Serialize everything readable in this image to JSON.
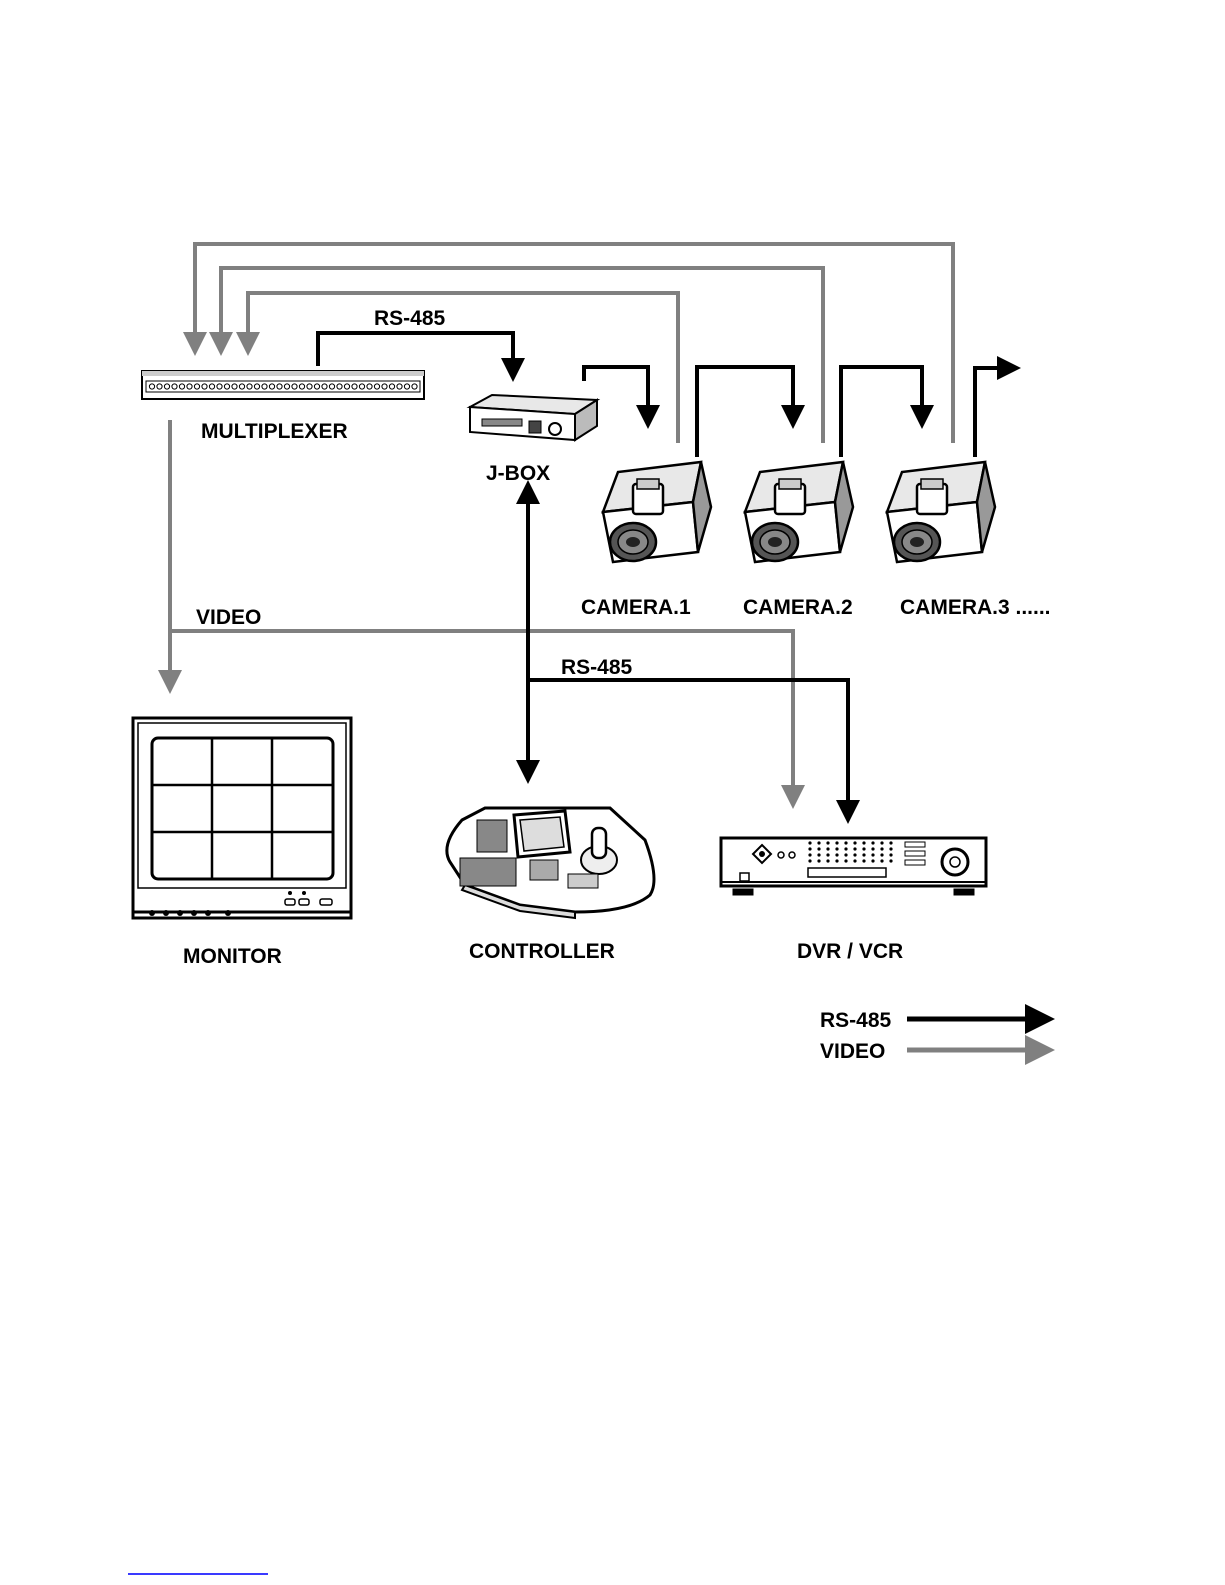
{
  "labels": {
    "multiplexer": "MULTIPLEXER",
    "jbox": "J-BOX",
    "camera1": "CAMERA.1",
    "camera2": "CAMERA.2",
    "camera3": "CAMERA.3 ......",
    "monitor": "MONITOR",
    "controller": "CONTROLLER",
    "dvr": "DVR / VCR",
    "rs485_top": "RS-485",
    "rs485_mid": "RS-485",
    "video": "VIDEO"
  },
  "legend": {
    "rs485": "RS-485",
    "video": "VIDEO"
  },
  "colors": {
    "rs485_line": "#000000",
    "video_line": "#808080"
  }
}
